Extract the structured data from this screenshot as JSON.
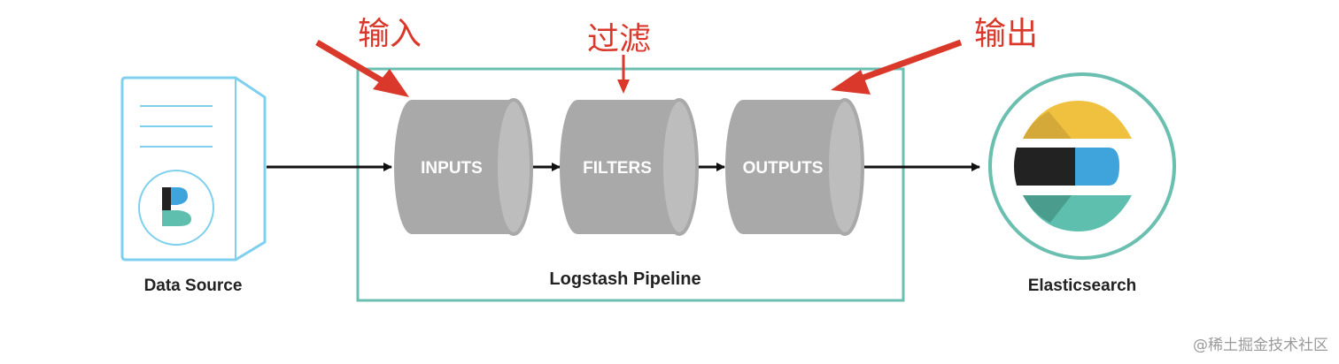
{
  "labels": {
    "source": "Data Source",
    "pipeline": "Logstash Pipeline",
    "destination": "Elasticsearch"
  },
  "stages": [
    {
      "label": "INPUTS"
    },
    {
      "label": "FILTERS"
    },
    {
      "label": "OUTPUTS"
    }
  ],
  "annotations": {
    "input": "输入",
    "filter": "过滤",
    "output": "输出"
  },
  "watermark": "@稀土掘金技术社区",
  "colors": {
    "pipeline_border": "#6bbfb0",
    "source_border": "#7fd0ee",
    "stage_fill": "#a9a9a9",
    "stage_face": "#bdbdbd",
    "arrow": "#111111",
    "annotation": "#d9382b",
    "es_ring": "#6bbfb0",
    "es_yellow": "#f0c13f",
    "es_black": "#222222",
    "es_blue": "#3fa3dc",
    "es_teal": "#5fbfae"
  },
  "icons": {
    "source": "server-document-icon",
    "destination": "elasticsearch-logo-icon"
  }
}
